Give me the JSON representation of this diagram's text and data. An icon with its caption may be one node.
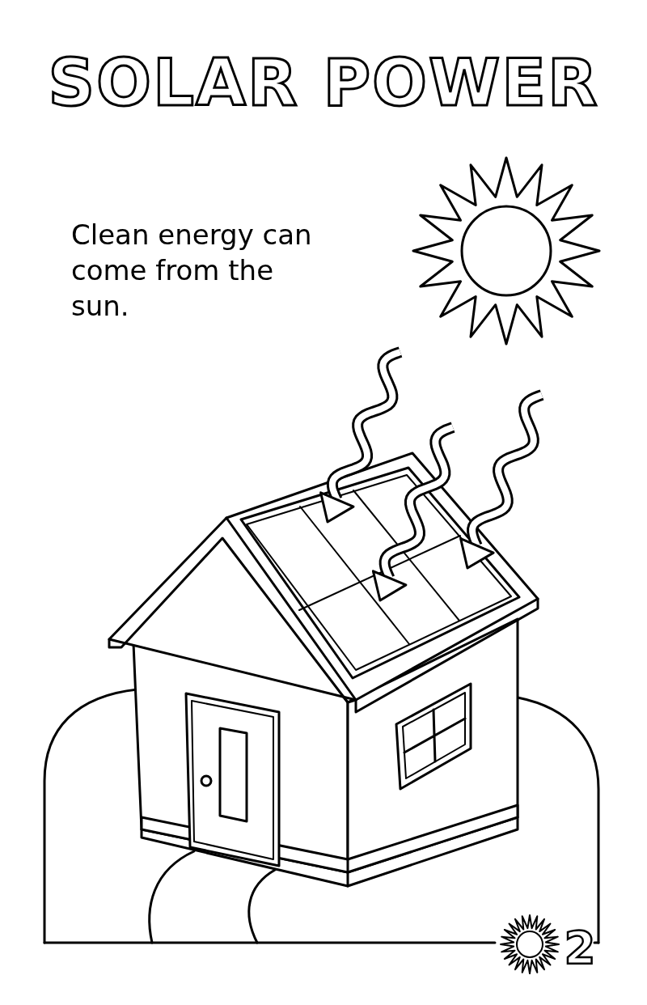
{
  "diagram": {
    "title": "SOLAR POWER",
    "labels": [
      "Clean energy can come from the sun.",
      "2"
    ]
  }
}
